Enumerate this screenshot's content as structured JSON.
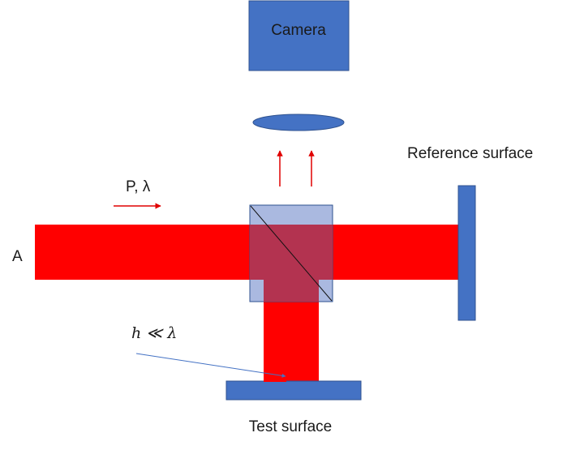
{
  "labels": {
    "camera": "Camera",
    "reference_surface": "Reference surface",
    "test_surface": "Test surface",
    "beam_input": "A",
    "beam_properties": "P, λ",
    "height_condition": "h ≪ λ"
  },
  "colors": {
    "beam": "#ff0000",
    "component": "#4472c4",
    "cube": "#aab9e0",
    "overlap": "#b33350",
    "arrow": "#e00000",
    "leader_line": "#4472c4"
  }
}
